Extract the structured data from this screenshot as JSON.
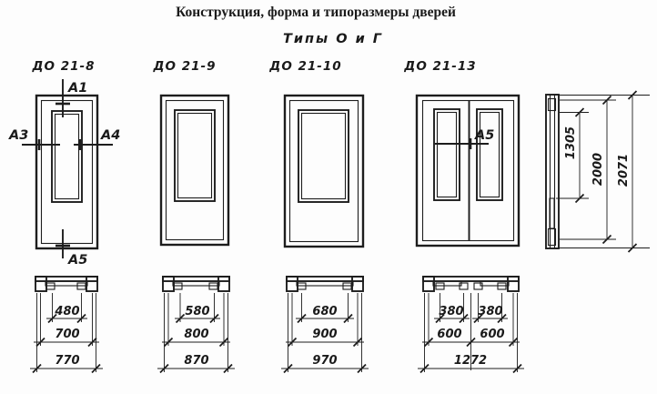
{
  "page": {
    "title": "Конструкция, форма и типоразмеры дверей",
    "subtitle": "Типы О и Г"
  },
  "doors": [
    {
      "label": "ДО 21-8",
      "marks": {
        "top": "А1",
        "left": "А3",
        "right": "А4",
        "bottom": "А5"
      },
      "dims": {
        "glazing": "480",
        "leaf": "700",
        "frame": "770"
      }
    },
    {
      "label": "ДО 21-9",
      "dims": {
        "glazing": "580",
        "leaf": "800",
        "frame": "870"
      }
    },
    {
      "label": "ДО 21-10",
      "dims": {
        "glazing": "680",
        "leaf": "900",
        "frame": "970"
      }
    },
    {
      "label": "ДО 21-13",
      "marks": {
        "middle": "А5"
      },
      "dims": {
        "glazing_left": "380",
        "glazing_right": "380",
        "leaf_left": "600",
        "leaf_right": "600",
        "frame": "1272"
      }
    }
  ],
  "side_view": {
    "dims": {
      "glazing_height": "1305",
      "leaf_height": "2000",
      "frame_height": "2071"
    }
  },
  "ink_color": "#1d1d1d"
}
